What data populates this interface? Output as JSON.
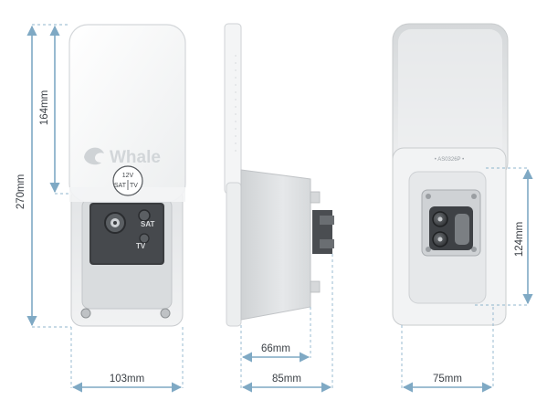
{
  "brand": {
    "logo_text": "Whale"
  },
  "badge": {
    "voltage": "12V",
    "sat": "SAT",
    "tv": "TV"
  },
  "socket_labels": {
    "sat": "SAT",
    "tv": "TV"
  },
  "rear_stamp": "• AS0326P •",
  "dimensions": {
    "total_height": "270mm",
    "lid_height": "164mm",
    "front_width": "103mm",
    "side_depth_inner": "66mm",
    "side_depth_total": "85mm",
    "rear_height": "124mm",
    "rear_width": "75mm"
  },
  "colors": {
    "dimension_line": "#7fa9c4",
    "housing": "#e9eaeb",
    "panel_dark": "#3b3d40"
  }
}
